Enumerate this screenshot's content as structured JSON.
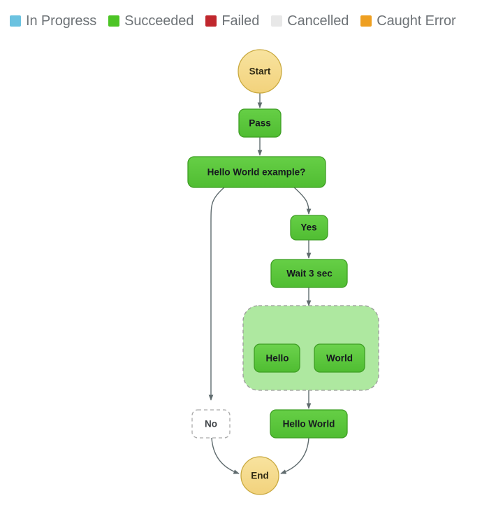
{
  "legend": {
    "items": [
      {
        "label": "In Progress",
        "color": "#6bc2e0",
        "icon": "legend-swatch-in-progress"
      },
      {
        "label": "Succeeded",
        "color": "#4cc425",
        "icon": "legend-swatch-succeeded"
      },
      {
        "label": "Failed",
        "color": "#c0272d",
        "icon": "legend-swatch-failed"
      },
      {
        "label": "Cancelled",
        "color": "#e8e8e8",
        "icon": "legend-swatch-cancelled"
      },
      {
        "label": "Caught Error",
        "color": "#ee9f21",
        "icon": "legend-swatch-caught-error"
      }
    ]
  },
  "graph": {
    "nodes": {
      "start": {
        "label": "Start",
        "status": "Caught Error"
      },
      "pass": {
        "label": "Pass",
        "status": "Succeeded"
      },
      "choice": {
        "label": "Hello World example?",
        "status": "Succeeded"
      },
      "yes": {
        "label": "Yes",
        "status": "Succeeded"
      },
      "wait": {
        "label": "Wait 3 sec",
        "status": "Succeeded"
      },
      "parallel": {
        "label": "",
        "status": "Succeeded"
      },
      "hello": {
        "label": "Hello",
        "status": "Succeeded"
      },
      "world": {
        "label": "World",
        "status": "Succeeded"
      },
      "hello_world": {
        "label": "Hello World",
        "status": "Succeeded"
      },
      "no": {
        "label": "No",
        "status": "Not visited"
      },
      "end": {
        "label": "End",
        "status": "Caught Error"
      }
    },
    "colors": {
      "succeeded_fill": "#5cc63d",
      "succeeded_stroke": "#3e9e24",
      "parallel_fill": "#aee8a0",
      "parallel_stroke": "#9a9a9a",
      "terminal_fill": "#f5db8c",
      "terminal_stroke": "#c9a93f",
      "unvisited_fill": "#ffffff",
      "unvisited_stroke": "#aaaaaa",
      "edge": "#5f6b6e"
    }
  }
}
